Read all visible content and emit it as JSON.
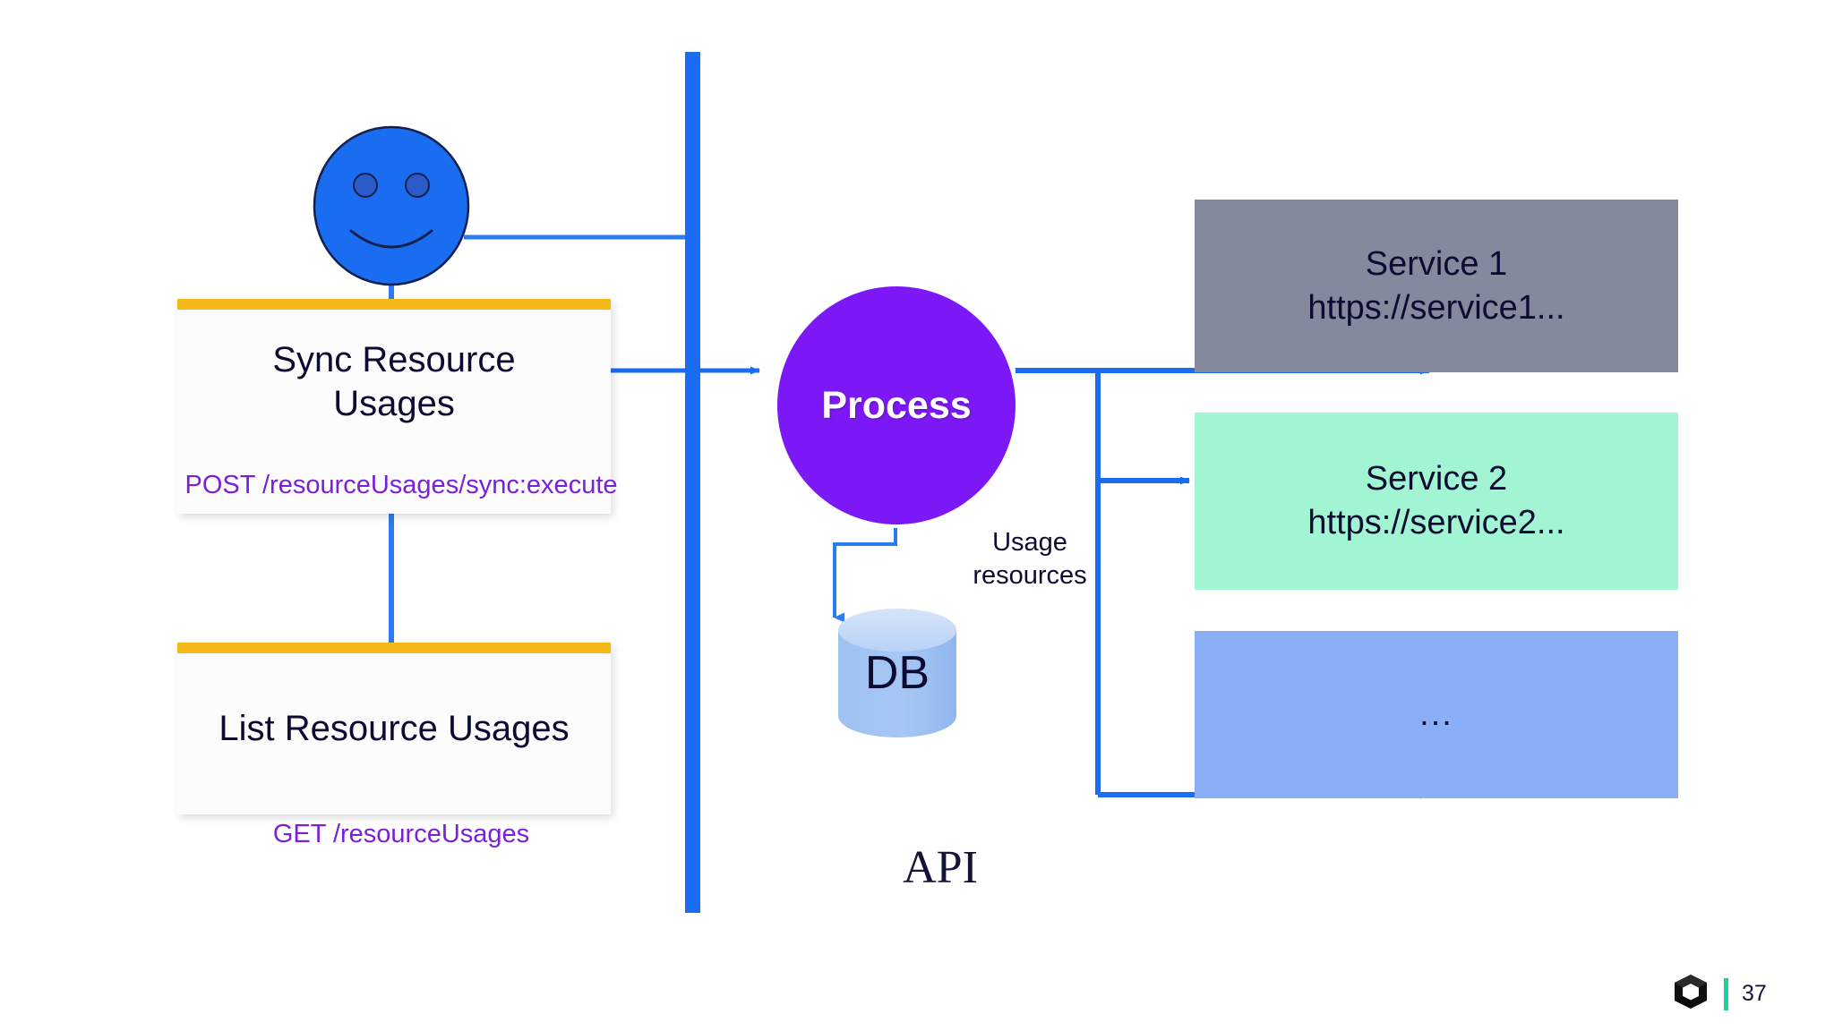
{
  "slide": {
    "page_number": "37",
    "api_caption": "API"
  },
  "actor": {
    "icon": "smiley-face-user-icon"
  },
  "api_lane": {
    "label": "API",
    "color": "#1A6DF0"
  },
  "endpoints": [
    {
      "id": "sync",
      "title": "Sync Resource\nUsages",
      "method_path": "POST /resourceUsages/sync:execute",
      "accent_color": "#F7B91A"
    },
    {
      "id": "list",
      "title": "List Resource Usages",
      "method_path": "GET /resourceUsages",
      "accent_color": "#F7B91A"
    }
  ],
  "process": {
    "label": "Process",
    "color": "#7B18F5"
  },
  "database": {
    "label": "DB",
    "edge_label": "Usage\nresources",
    "color": "#9FC2F2"
  },
  "services": [
    {
      "id": "service-1",
      "name": "Service 1",
      "url": "https://service1...",
      "text": "Service 1\nhttps://service1...",
      "color": "#85899E"
    },
    {
      "id": "service-2",
      "name": "Service 2",
      "url": "https://service2...",
      "text": "Service 2\nhttps://service2...",
      "color": "#A2F5D3"
    },
    {
      "id": "service-3",
      "name": "...",
      "url": "",
      "text": "...",
      "color": "#8BAFF6"
    }
  ],
  "footer": {
    "logo": "cube-logo-icon",
    "divider_color": "#17D39B",
    "page_number": "37"
  }
}
